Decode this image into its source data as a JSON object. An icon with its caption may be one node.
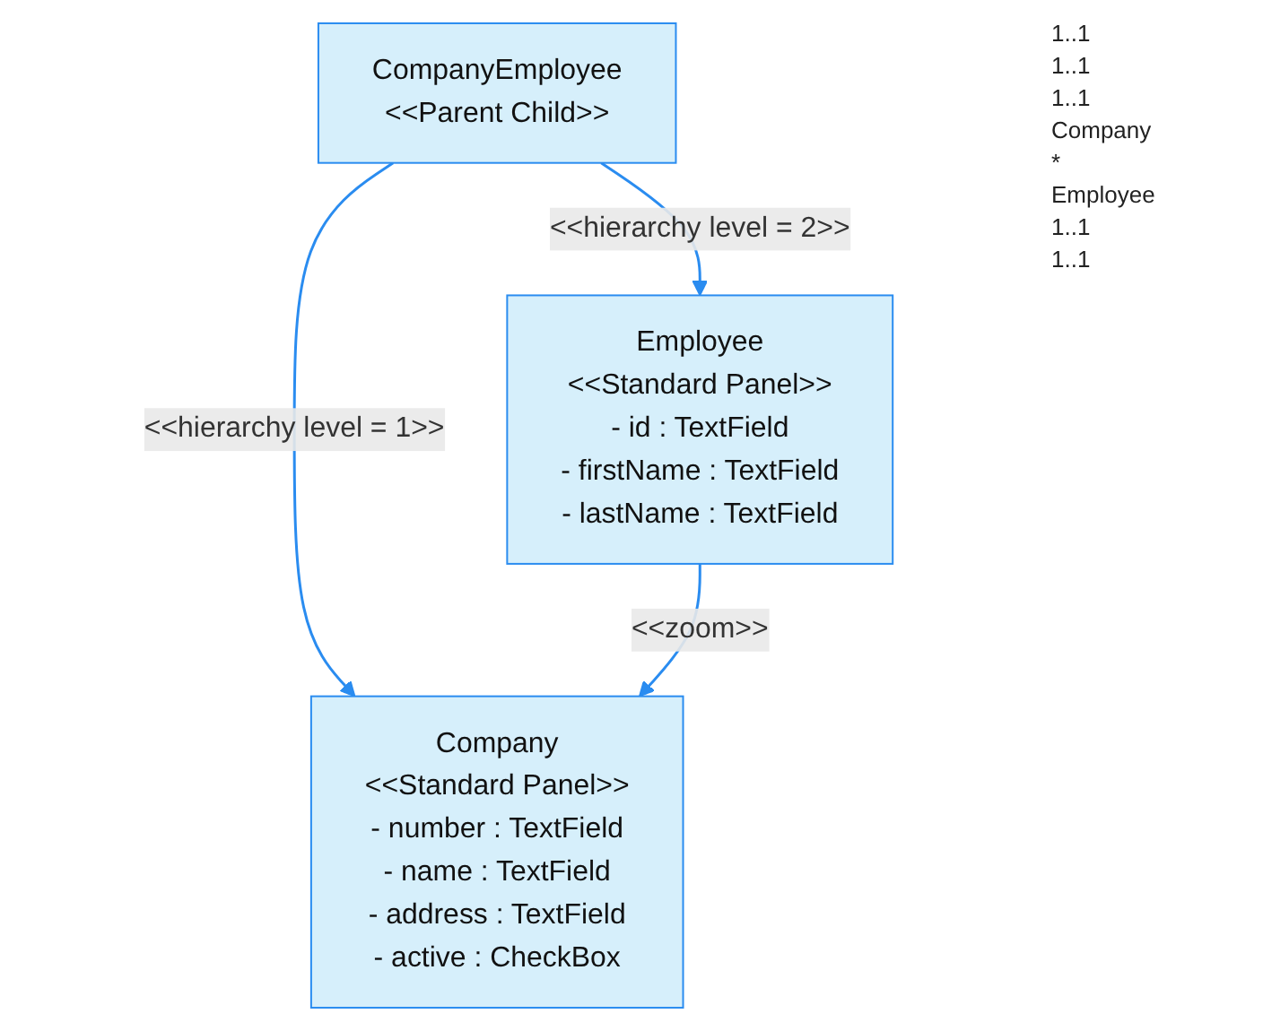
{
  "diagram": {
    "nodes": [
      {
        "text": [
          "Company",
          "<<Standard Panel>>",
          "- number : TextField",
          "- name : TextField",
          "- address : TextField",
          "- active : CheckBox"
        ]
      },
      {
        "text": [
          "CompanyEmployee",
          "<<Parent Child>>"
        ]
      },
      {
        "text": [
          "Employee",
          "<<Standard Panel>>",
          "- id : TextField",
          "- firstName : TextField",
          "- lastName : TextField"
        ]
      }
    ],
    "edges": [
      {
        "from": 1,
        "to": 0,
        "arrow": "to",
        "label": "<<hierarchy level = 1>>"
      },
      {
        "from": 1,
        "to": 2,
        "arrow": "to",
        "label": "<<hierarchy level = 2>>"
      },
      {
        "from": 2,
        "to": 0,
        "arrow": "to",
        "label": "<<zoom>>"
      }
    ],
    "labels": [
      "1..1",
      "1..1",
      "1..1",
      "Company",
      "*",
      "Employee",
      "1..1",
      "1..1"
    ]
  }
}
